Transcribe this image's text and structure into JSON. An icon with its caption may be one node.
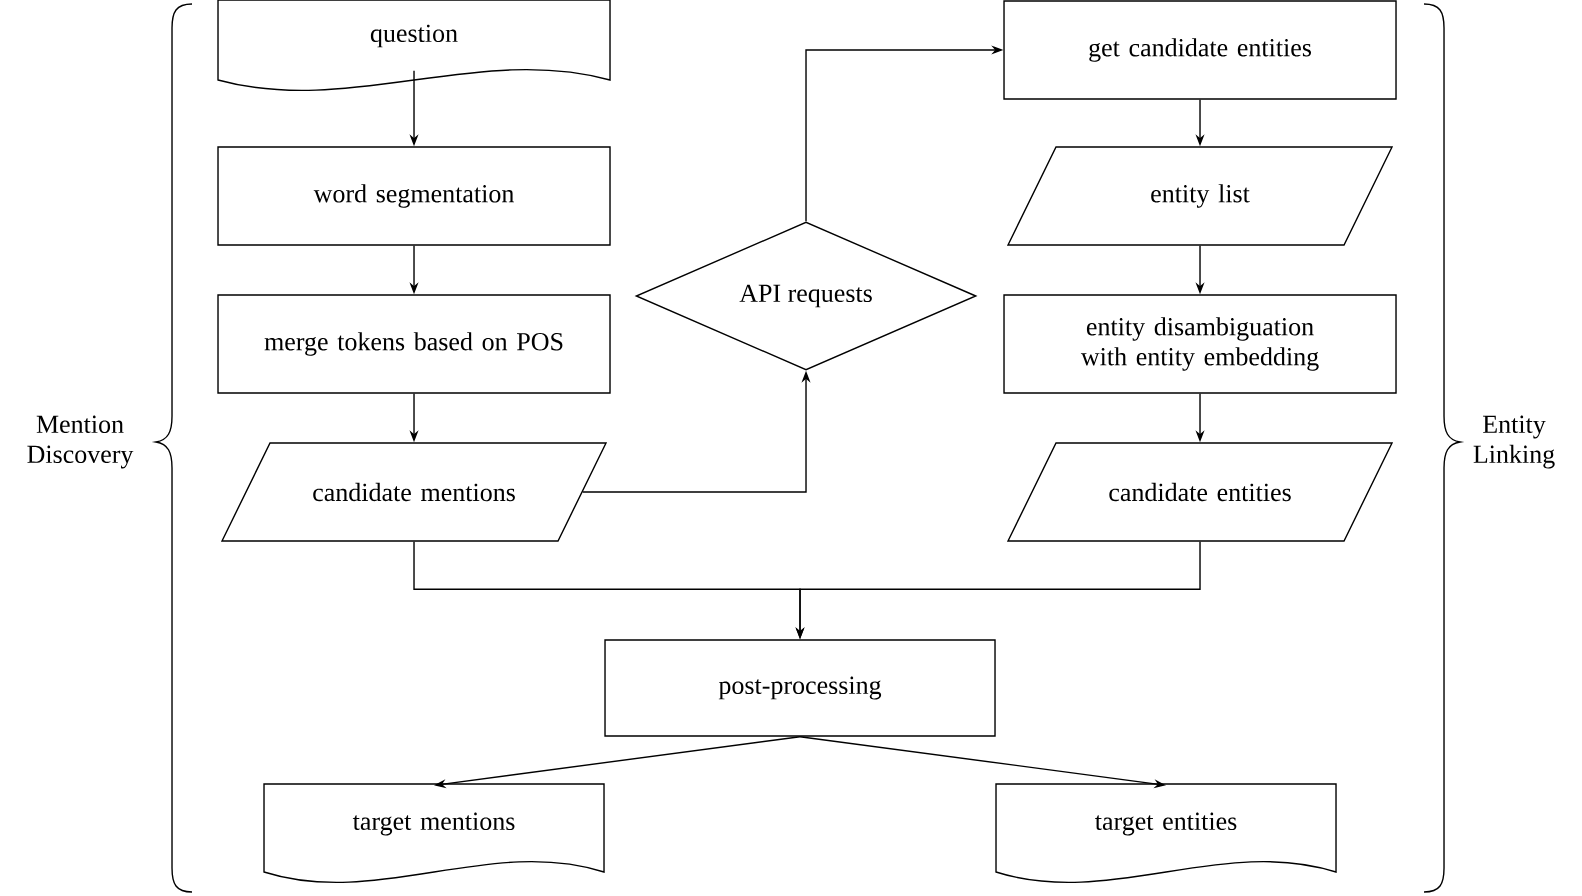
{
  "diagram": {
    "nodes": [
      {
        "text": [
          "question"
        ]
      },
      {
        "text": [
          "word segmentation"
        ]
      },
      {
        "text": [
          "merge tokens based on POS"
        ]
      },
      {
        "text": [
          "candidate mentions"
        ]
      },
      {
        "text": [
          "API requests"
        ]
      },
      {
        "text": [
          "get candidate entities"
        ]
      },
      {
        "text": [
          "entity list"
        ]
      },
      {
        "text": [
          "entity disambiguation with entity embedding"
        ]
      },
      {
        "text": [
          "candidate entities"
        ]
      },
      {
        "text": [
          "post-processing"
        ]
      },
      {
        "text": [
          "target mentions"
        ]
      },
      {
        "text": [
          "target entities"
        ]
      }
    ],
    "edges": [
      {
        "from": 0,
        "to": 1,
        "arrow": "to"
      },
      {
        "from": 1,
        "to": 2,
        "arrow": "to"
      },
      {
        "from": 2,
        "to": 3,
        "arrow": "to"
      },
      {
        "from": 3,
        "to": 4,
        "arrow": "to"
      },
      {
        "from": 4,
        "to": 5,
        "arrow": "to"
      },
      {
        "from": 5,
        "to": 6,
        "arrow": "to"
      },
      {
        "from": 6,
        "to": 7,
        "arrow": "to"
      },
      {
        "from": 7,
        "to": 8,
        "arrow": "to"
      },
      {
        "from": 3,
        "to": 9,
        "arrow": "to"
      },
      {
        "from": 8,
        "to": 9,
        "arrow": "to"
      },
      {
        "from": 9,
        "to": 10,
        "arrow": "to"
      },
      {
        "from": 9,
        "to": 11,
        "arrow": "to"
      }
    ],
    "labels": [
      "Mention Discovery",
      "Entity Linking"
    ]
  }
}
